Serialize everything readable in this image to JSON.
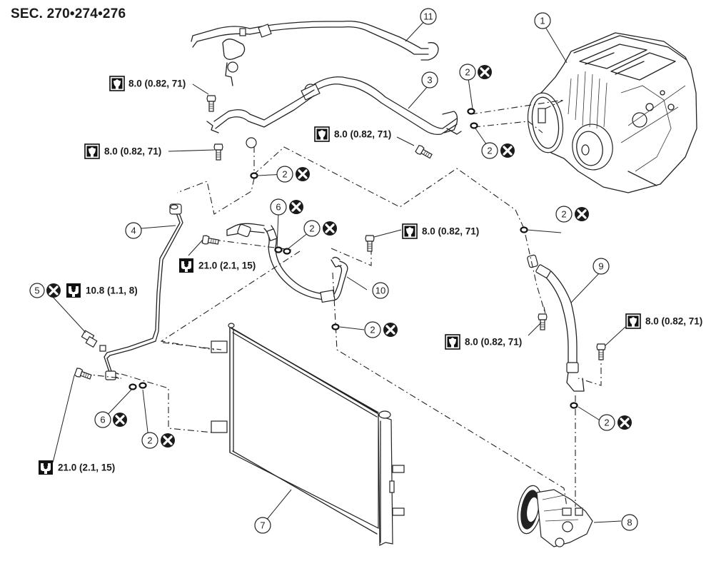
{
  "section_title": "SEC. 270•274•276",
  "icons": {
    "socket_torque": "socket-wrench-torque-icon",
    "openend_torque": "open-end-wrench-torque-icon",
    "replace": "do-not-reuse-x-icon"
  },
  "parts": [
    {
      "id": "1",
      "name": "heater-and-cooling-unit-assembly"
    },
    {
      "id": "2",
      "name": "o-ring",
      "replace": true
    },
    {
      "id": "3",
      "name": "low-pressure-pipe"
    },
    {
      "id": "4",
      "name": "high-pressure-pipe"
    },
    {
      "id": "5",
      "name": "refrigerant-pressure-sensor",
      "replace": true
    },
    {
      "id": "6",
      "name": "o-ring-small",
      "replace": true
    },
    {
      "id": "7",
      "name": "condenser"
    },
    {
      "id": "8",
      "name": "compressor"
    },
    {
      "id": "9",
      "name": "low-pressure-flexible-hose"
    },
    {
      "id": "10",
      "name": "high-pressure-flexible-hose"
    },
    {
      "id": "11",
      "name": "low-pressure-pipe-2"
    }
  ],
  "callouts": [
    {
      "num": "11"
    },
    {
      "num": "1"
    },
    {
      "num": "3"
    },
    {
      "num": "2",
      "replace": true
    },
    {
      "num": "2",
      "replace": true
    },
    {
      "num": "2",
      "replace": true
    },
    {
      "num": "4"
    },
    {
      "num": "6",
      "replace": true
    },
    {
      "num": "2",
      "replace": true
    },
    {
      "num": "2",
      "replace": true
    },
    {
      "num": "5",
      "replace": true
    },
    {
      "num": "10"
    },
    {
      "num": "2",
      "replace": true
    },
    {
      "num": "9"
    },
    {
      "num": "6",
      "replace": true
    },
    {
      "num": "2",
      "replace": true
    },
    {
      "num": "2",
      "replace": true
    },
    {
      "num": "7"
    },
    {
      "num": "8"
    }
  ],
  "torques": [
    {
      "value": "8.0 (0.82, 71)",
      "tool": "socket"
    },
    {
      "value": "8.0 (0.82, 71)",
      "tool": "socket"
    },
    {
      "value": "8.0 (0.82, 71)",
      "tool": "socket"
    },
    {
      "value": "8.0 (0.82, 71)",
      "tool": "socket"
    },
    {
      "value": "21.0 (2.1, 15)",
      "tool": "open-end"
    },
    {
      "value": "10.8 (1.1, 8)",
      "tool": "open-end"
    },
    {
      "value": "8.0 (0.82, 71)",
      "tool": "socket"
    },
    {
      "value": "8.0 (0.82, 71)",
      "tool": "socket"
    },
    {
      "value": "21.0 (2.1, 15)",
      "tool": "open-end"
    }
  ]
}
